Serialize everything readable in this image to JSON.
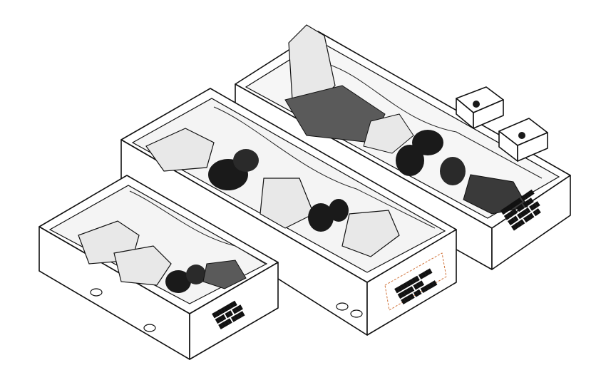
{
  "scene": {
    "colors": {
      "line": "#111111",
      "part_dark": "#1a1a1a",
      "part_mid": "#5a5a5a",
      "part_light": "#e8e8e8",
      "label_box": "#d0733a",
      "label_text_accent": "#2a6fb0"
    },
    "trays": [
      {
        "id": "small-tray",
        "label_lines": [
          "████████",
          "███ ██ ███",
          "████ ████"
        ]
      },
      {
        "id": "medium-tray",
        "label_lines": [
          "████████ ████",
          "█████ ███",
          "████ ██ █████"
        ]
      },
      {
        "id": "large-tray",
        "label_lines": [
          "███████ ████",
          "████ ██ ███",
          "███ ████ ███",
          "████ ███ ██"
        ]
      }
    ],
    "small_boxes": [
      {
        "id": "corner-box-1"
      },
      {
        "id": "corner-box-2"
      }
    ]
  }
}
